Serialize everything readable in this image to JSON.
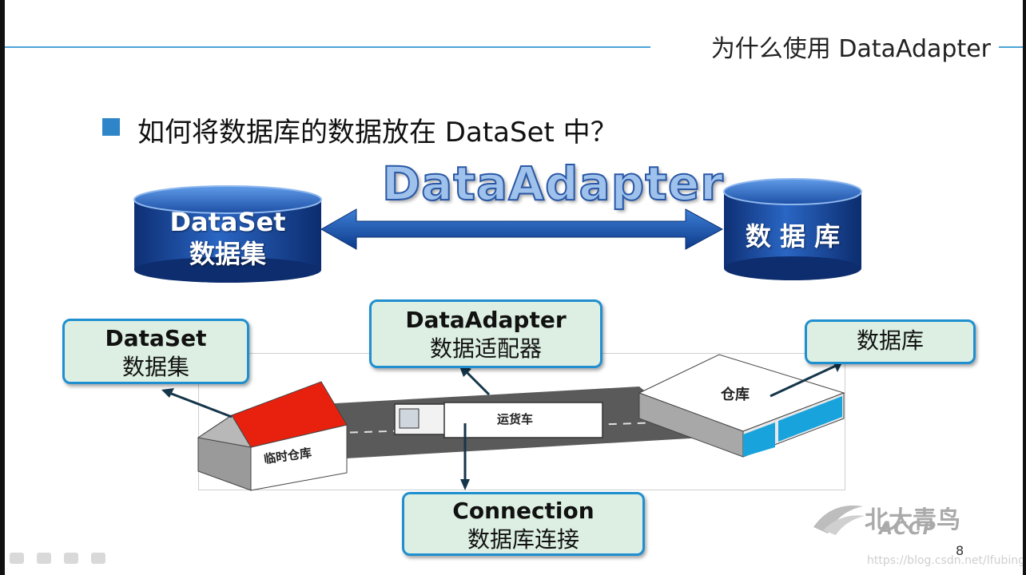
{
  "header": {
    "title": "为什么使用 DataAdapter"
  },
  "bullet": {
    "text": "如何将数据库的数据放在 DataSet 中？"
  },
  "adapter_label": "DataAdapter",
  "cylinders": {
    "left_line1": "DataSet",
    "left_line2": "数据集",
    "right_label": "数 据 库"
  },
  "callouts": {
    "dataset_line1": "DataSet",
    "dataset_line2": "数据集",
    "adapter_line1": "DataAdapter",
    "adapter_line2": "数据适配器",
    "database": "数据库",
    "connection_line1": "Connection",
    "connection_line2": "数据库连接"
  },
  "scene": {
    "temp_warehouse": "临时仓库",
    "truck": "运货车",
    "warehouse": "仓库"
  },
  "footer": {
    "page_number": "8",
    "watermark": "https://blog.csdn.net/lfubing",
    "logo_main": "北大青鸟",
    "logo_sub": "ACCP"
  },
  "colors": {
    "accent": "#2e86c8",
    "callout_fill": "#dcefe2",
    "callout_border": "#1f8fd0",
    "cylinder": "#1a4a9c",
    "roof": "#e8210e"
  }
}
